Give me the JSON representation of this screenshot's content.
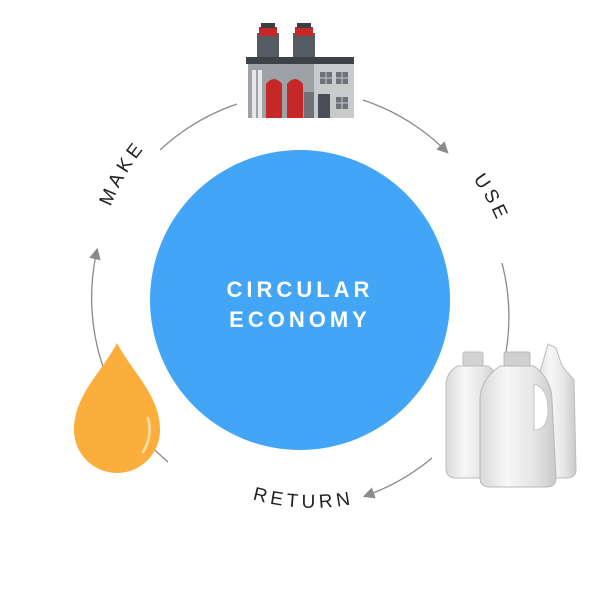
{
  "center": {
    "line1": "CIRCULAR",
    "line2": "ECONOMY",
    "color": "#42a5f5"
  },
  "stages": {
    "make": "MAKE",
    "use": "USE",
    "return": "RETURN"
  },
  "icons": {
    "factory": "factory-icon",
    "bottles": "plastic-bottles-icon",
    "drop": "oil-drop-icon"
  },
  "colors": {
    "drop": "#fbae3c",
    "factory_red": "#c62828",
    "factory_grey": "#8a8d91",
    "arrow": "#8a8a8a"
  }
}
